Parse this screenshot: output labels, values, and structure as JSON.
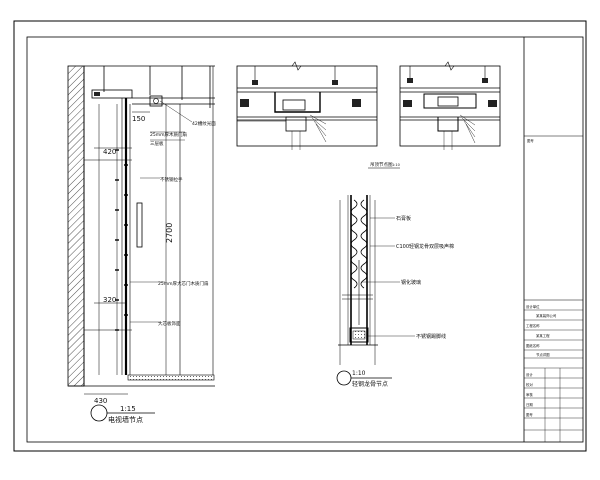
{
  "left_detail": {
    "dims": {
      "d150": "150",
      "d420": "420",
      "d2700": "2700",
      "d320": "320",
      "d430": "430"
    },
    "callouts": [
      "42槽纹光面",
      "25mm厚木质门扇",
      "三层板",
      "不锈钢拉手",
      "25mm厚大芯门木质门扇",
      "大芯板饰面"
    ],
    "scale": "1:15",
    "title": "电视墙节点"
  },
  "top_sections": {
    "callouts_left": [
      "",
      "",
      "",
      "",
      "",
      ""
    ],
    "callouts_right": [
      "",
      "",
      "",
      "",
      "",
      ""
    ],
    "title": "吊顶节点图",
    "scale": "1:10"
  },
  "partition": {
    "callouts": [
      "石膏板",
      "C100轻钢龙骨双层吸声棉",
      "钢化玻璃",
      "不锈钢踢脚线"
    ],
    "scale": "1:10",
    "title": "轻钢龙骨节点"
  },
  "title_block": {
    "rows": [
      "设计单位",
      "某某装饰公司",
      "工程名称",
      "某某工程",
      "图纸名称",
      "节点详图",
      "设计",
      "校对",
      "审核",
      "日期",
      "图号"
    ],
    "sheet_tag": "图号",
    "small_values": [
      "",
      "",
      "",
      "",
      "",
      ""
    ]
  }
}
